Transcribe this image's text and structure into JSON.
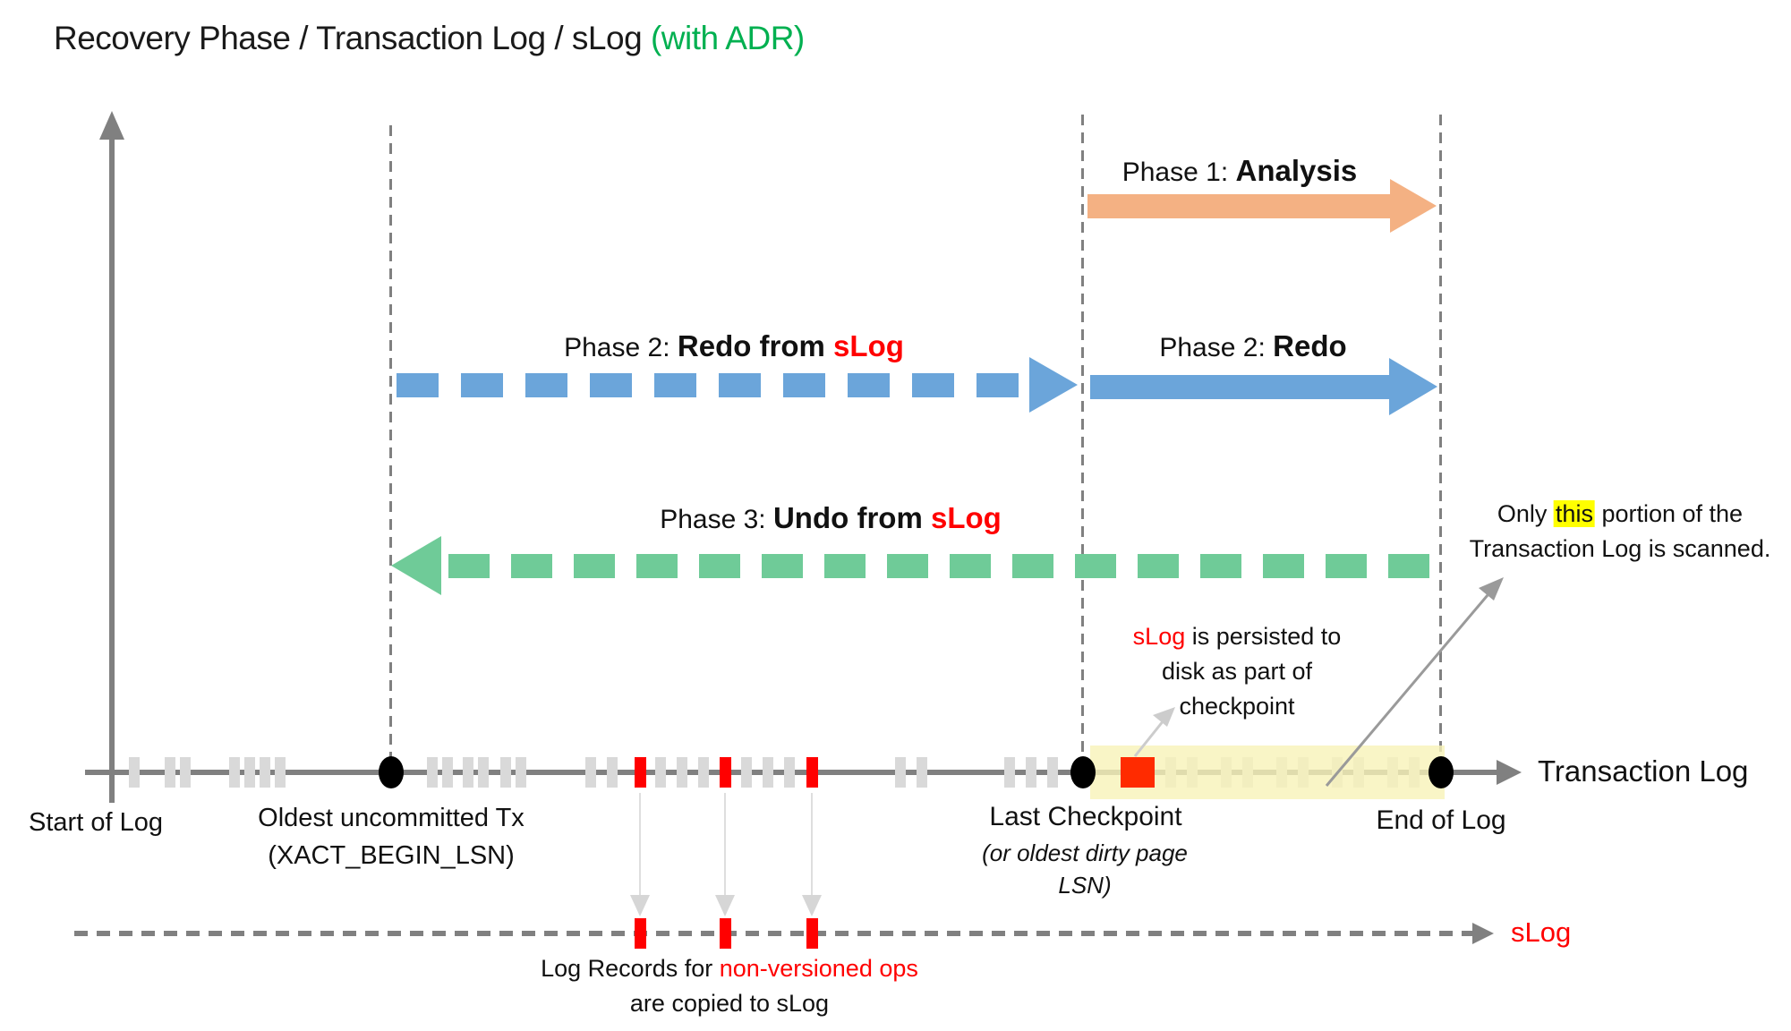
{
  "title": {
    "main": "Recovery Phase / Transaction Log / sLog ",
    "suffix": "(with ADR)"
  },
  "colors": {
    "green-title": "#00B050",
    "orange": "#F4B183",
    "blue": "#6BA5DA",
    "greenarrow": "#6FCB98",
    "red": "#FF0000",
    "redsquare": "#FF2B00",
    "band": "#F8F3B8",
    "highlight": "#FFFF00",
    "gray": "#808080",
    "tickgray": "#D9D9D9"
  },
  "phases": {
    "phase1": {
      "prefix": "Phase 1: ",
      "bold": "Analysis"
    },
    "phase2_slog": {
      "prefix": "Phase 2: ",
      "bold": "Redo from ",
      "red": "sLog"
    },
    "phase2": {
      "prefix": "Phase 2: ",
      "bold": "Redo"
    },
    "phase3": {
      "prefix": "Phase 3: ",
      "bold": "Undo from ",
      "red": "sLog"
    }
  },
  "annotations": {
    "scanned": {
      "pre": "Only ",
      "highlight": "this",
      "post": " portion of the",
      "line2": "Transaction Log is scanned."
    },
    "persisted": {
      "red": "sLog",
      "line1_rest": " is persisted to",
      "line2": "disk as part of",
      "line3": "checkpoint"
    },
    "copied": {
      "line1_pre": "Log Records for ",
      "line1_red": "non-versioned ops",
      "line2": "are copied to sLog"
    }
  },
  "axis_labels": {
    "start_of_log": "Start of Log",
    "oldest_tx_line1": "Oldest uncommitted Tx",
    "oldest_tx_line2": "(XACT_BEGIN_LSN)",
    "last_checkpoint": "Last Checkpoint",
    "last_checkpoint_sub1": "(or oldest dirty page",
    "last_checkpoint_sub2": "LSN)",
    "end_of_log": "End of Log",
    "transaction_log": "Transaction Log",
    "slog": "sLog"
  },
  "log_geometry": {
    "gray_tick_x": [
      150,
      190,
      207,
      262,
      279,
      296,
      313,
      483,
      500,
      523,
      540,
      565,
      582,
      660,
      684,
      738,
      762,
      786,
      834,
      858,
      882,
      1006,
      1030,
      1128,
      1152,
      1176
    ],
    "yellow_region_tick_x": [
      1308,
      1332,
      1370,
      1394,
      1432,
      1456,
      1494,
      1518,
      1556,
      1580
    ],
    "red_tick_x": [
      715,
      810,
      907
    ],
    "marker_dot_x": [
      437,
      1210,
      1610
    ]
  }
}
